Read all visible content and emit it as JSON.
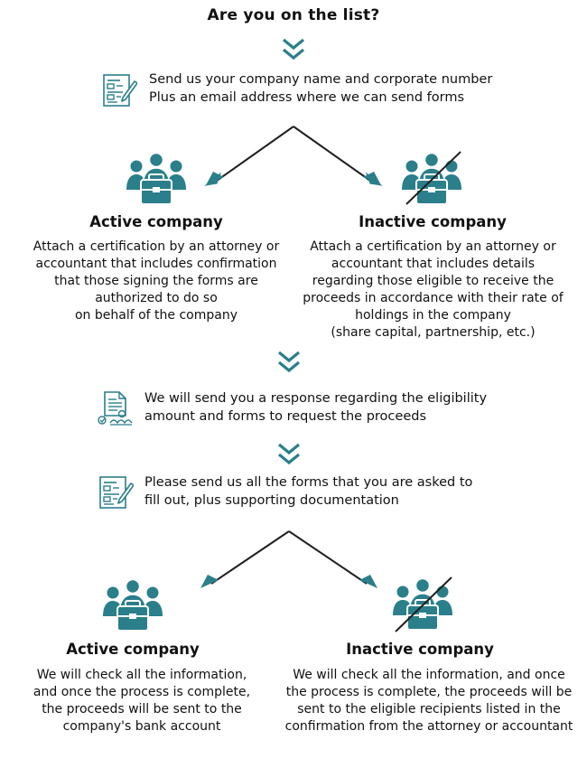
{
  "title": "Are you on the list?",
  "colors": {
    "accent": "#2a7f8b",
    "line": "#1f1f1f",
    "text": "#111111"
  },
  "steps": {
    "step1": {
      "icon": "form-pencil-icon",
      "lines": [
        "Send us your company name and corporate number",
        "Plus an email address where we can send forms"
      ]
    },
    "step2": {
      "icon": "document-certificate-icon",
      "lines": [
        "We will send you a response regarding the eligibility",
        "amount and forms to request the proceeds"
      ]
    },
    "step3": {
      "icon": "form-pencil-icon",
      "lines": [
        "Please send us all the forms that you are asked to",
        "fill out, plus supporting documentation"
      ]
    }
  },
  "branch1": {
    "active": {
      "icon": "team-briefcase-icon",
      "heading": "Active company",
      "lines": [
        "Attach a certification by an attorney or",
        "accountant that includes confirmation",
        "that those signing the forms are",
        "authorized to do so",
        "on behalf of the company"
      ]
    },
    "inactive": {
      "icon": "team-briefcase-crossed-icon",
      "heading": "Inactive company",
      "lines": [
        "Attach a certification by an attorney or",
        "accountant that includes details",
        "regarding those eligible to receive the",
        "proceeds in accordance with their rate of",
        "holdings in the company",
        "(share capital, partnership, etc.)"
      ]
    }
  },
  "branch2": {
    "active": {
      "icon": "team-briefcase-icon",
      "heading": "Active company",
      "lines": [
        "We will check all the information,",
        "and once the process is complete,",
        "the proceeds will be sent to the",
        "company's bank account"
      ]
    },
    "inactive": {
      "icon": "team-briefcase-crossed-icon",
      "heading": "Inactive company",
      "lines": [
        "We will check all the information, and once",
        "the process is complete, the proceeds will be",
        "sent to the eligible recipients listed in the",
        "confirmation from the attorney or accountant"
      ]
    }
  }
}
